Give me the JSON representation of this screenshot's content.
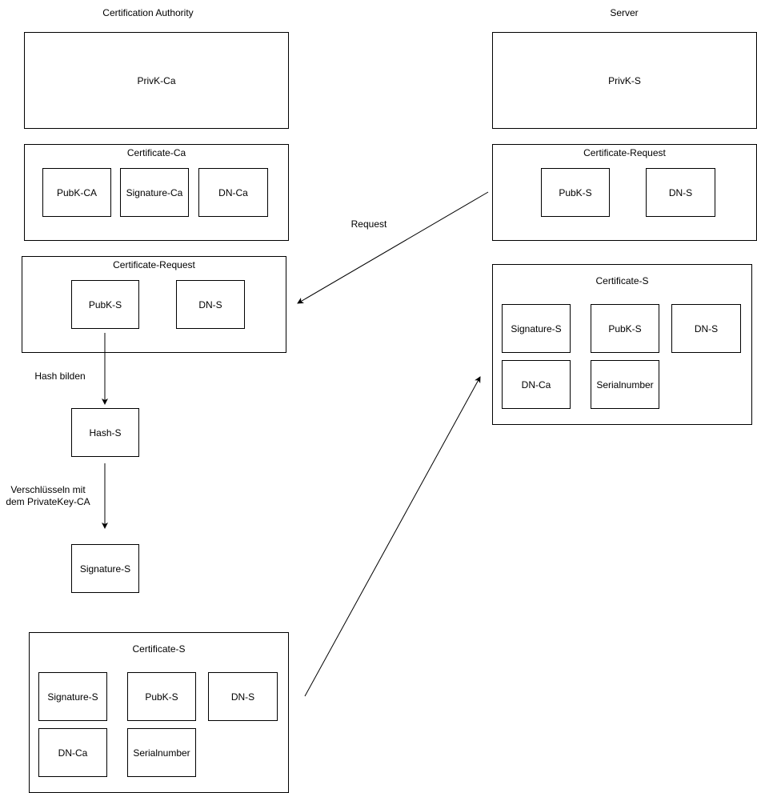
{
  "headers": {
    "ca": "Certification Authority",
    "server": "Server"
  },
  "ca": {
    "privk": "PrivK-Ca",
    "certificate": {
      "title": "Certificate-Ca",
      "pubk": "PubK-CA",
      "signature": "Signature-Ca",
      "dn": "DN-Ca"
    },
    "request": {
      "title": "Certificate-Request",
      "pubk": "PubK-S",
      "dn": "DN-S"
    },
    "hash_label": "Hash bilden",
    "hash": "Hash-S",
    "encrypt_label_line1": "Verschlüsseln mit",
    "encrypt_label_line2": "dem PrivateKey-CA",
    "signature": "Signature-S",
    "certificate_s": {
      "title": "Certificate-S",
      "signature": "Signature-S",
      "pubk": "PubK-S",
      "dn": "DN-S",
      "dn_ca": "DN-Ca",
      "serial": "Serialnumber"
    }
  },
  "server": {
    "privk": "PrivK-S",
    "request": {
      "title": "Certificate-Request",
      "pubk": "PubK-S",
      "dn": "DN-S"
    },
    "certificate_s": {
      "title": "Certificate-S",
      "signature": "Signature-S",
      "pubk": "PubK-S",
      "dn": "DN-S",
      "dn_ca": "DN-Ca",
      "serial": "Serialnumber"
    }
  },
  "request_label": "Request"
}
